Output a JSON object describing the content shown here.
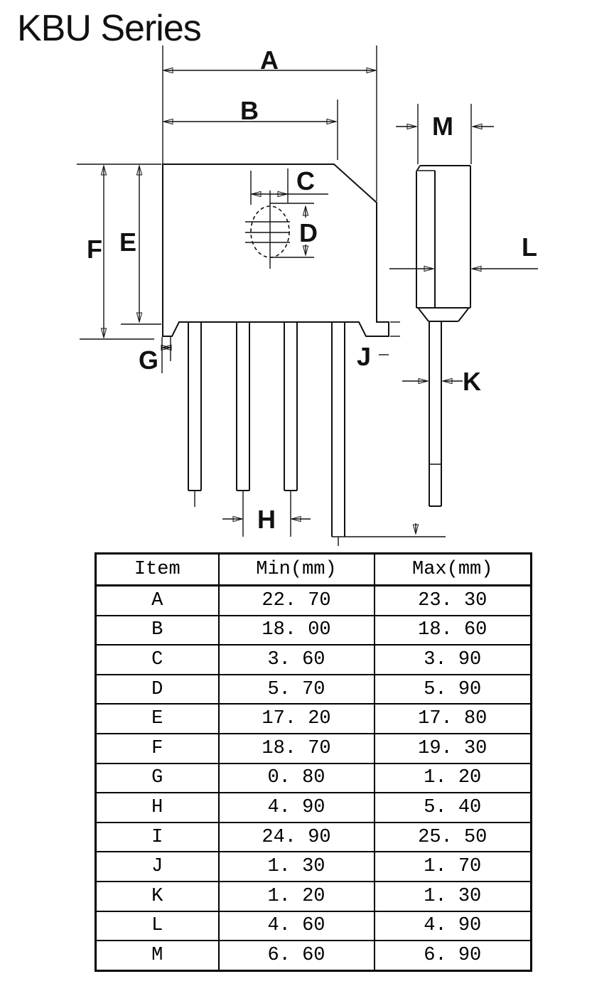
{
  "page": {
    "title": "KBU Series"
  },
  "drawing": {
    "labels": {
      "A": "A",
      "B": "B",
      "C": "C",
      "D": "D",
      "E": "E",
      "F": "F",
      "G": "G",
      "H": "H",
      "J": "J",
      "K": "K",
      "L": "L",
      "M": "M"
    }
  },
  "table": {
    "columns": [
      "Item",
      "Min(mm)",
      "Max(mm)"
    ],
    "rows": [
      {
        "item": "A",
        "min": "22. 70",
        "max": "23. 30"
      },
      {
        "item": "B",
        "min": "18. 00",
        "max": "18. 60"
      },
      {
        "item": "C",
        "min": "3. 60",
        "max": "3. 90"
      },
      {
        "item": "D",
        "min": "5. 70",
        "max": "5. 90"
      },
      {
        "item": "E",
        "min": "17. 20",
        "max": "17. 80"
      },
      {
        "item": "F",
        "min": "18. 70",
        "max": "19. 30"
      },
      {
        "item": "G",
        "min": "0. 80",
        "max": "1. 20"
      },
      {
        "item": "H",
        "min": "4. 90",
        "max": "5. 40"
      },
      {
        "item": "I",
        "min": "24. 90",
        "max": "25. 50"
      },
      {
        "item": "J",
        "min": "1. 30",
        "max": "1. 70"
      },
      {
        "item": "K",
        "min": "1. 20",
        "max": "1. 30"
      },
      {
        "item": "L",
        "min": "4. 60",
        "max": "4. 90"
      },
      {
        "item": "M",
        "min": "6. 60",
        "max": "6. 90"
      }
    ]
  },
  "colors": {
    "line": "#111111",
    "background": "#ffffff"
  }
}
